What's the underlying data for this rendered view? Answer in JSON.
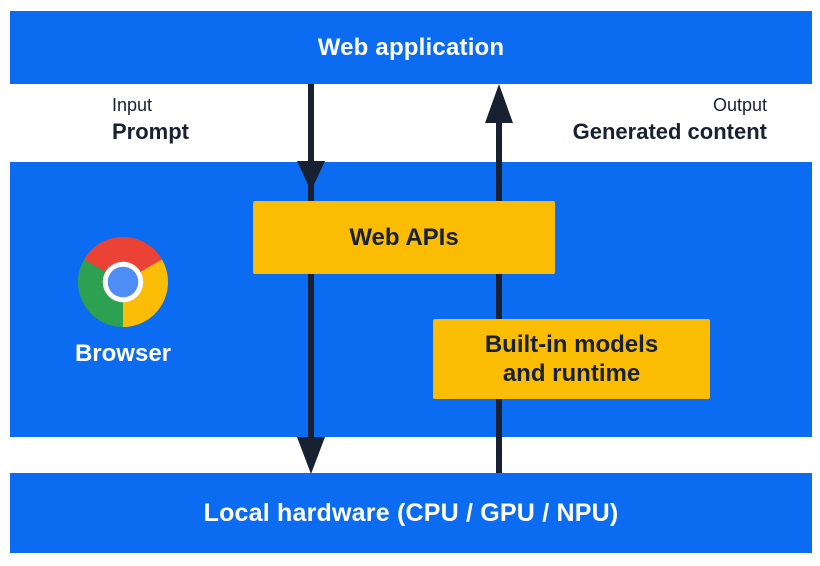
{
  "diagram": {
    "top_bar": {
      "title": "Web application"
    },
    "io": {
      "input": {
        "caption": "Input",
        "value": "Prompt"
      },
      "output": {
        "caption": "Output",
        "value": "Generated content"
      }
    },
    "browser": {
      "label": "Browser"
    },
    "boxes": {
      "web_apis": {
        "label": "Web APIs"
      },
      "built_in": {
        "line1": "Built-in models",
        "line2": "and runtime"
      }
    },
    "bottom_bar": {
      "title": "Local hardware (CPU / GPU / NPU)"
    },
    "colors": {
      "panel_blue": "#0b6cf1",
      "box_yellow": "#fbbc04",
      "ink_navy": "#172132",
      "text_white": "#ffffff",
      "chrome_red": "#ea4335",
      "chrome_green": "#2da14f",
      "chrome_yellow": "#fbbc05",
      "chrome_blue": "#4e8df6"
    }
  }
}
